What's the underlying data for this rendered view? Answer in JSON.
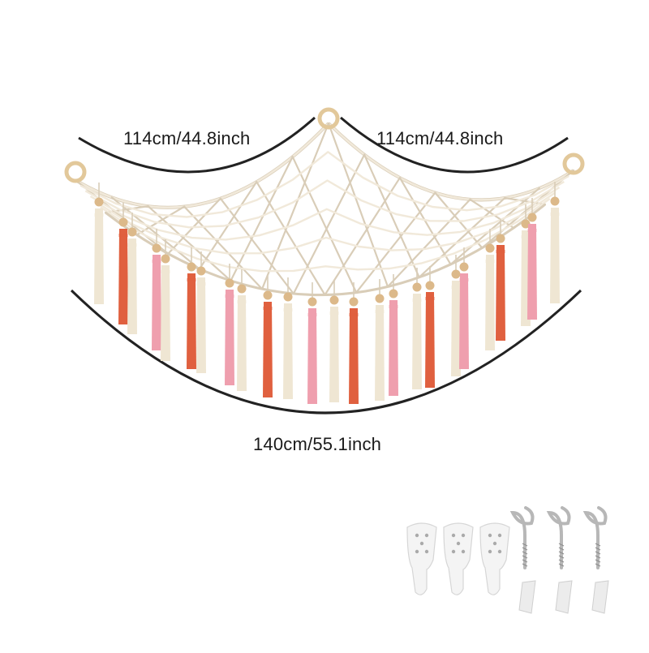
{
  "dimensions": {
    "left_top": "114cm/44.8inch",
    "right_top": "114cm/44.8inch",
    "bottom_width": "140cm/55.1inch"
  },
  "colors": {
    "background": "#ffffff",
    "dimension_line": "#222222",
    "rope": "#f1e9da",
    "rope_shadow": "#d9cdb8",
    "wood_ring": "#e2c89a",
    "bead": "#dcb98a",
    "tassel_cream": "#efe6d3",
    "tassel_pink": "#ef9fae",
    "tassel_orange": "#e0603f",
    "hook_white": "#f4f4f4",
    "screw_metal": "#b7b7b7"
  },
  "accessories": {
    "adhesive_hooks": 3,
    "screw_hooks": 3,
    "wall_anchors": 3
  },
  "icons": [
    "wood-ring-icon",
    "tassel-icon",
    "wall-hook-icon",
    "screw-hook-icon",
    "wall-anchor-icon"
  ]
}
